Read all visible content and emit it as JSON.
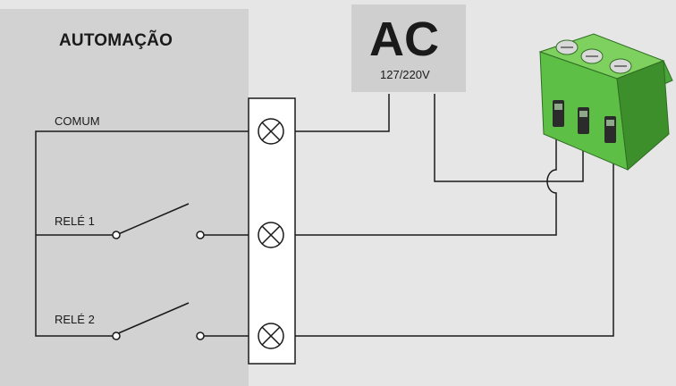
{
  "automation_panel": {
    "title": "AUTOMAÇÃO"
  },
  "power_source": {
    "title": "AC",
    "voltage": "127/220V"
  },
  "terminals": {
    "common_label": "COMUM",
    "relay1_label": "RELÉ 1",
    "relay2_label": "RELÉ 2"
  },
  "colors": {
    "background": "#e6e6e6",
    "automation_panel": "#d2d2d2",
    "ac_box": "#cfcfcf",
    "wire": "#1a1a1a",
    "terminal_strip": "#ffffff",
    "connector_green": "#5dbf45",
    "connector_dark_green": "#3d8f2c"
  }
}
